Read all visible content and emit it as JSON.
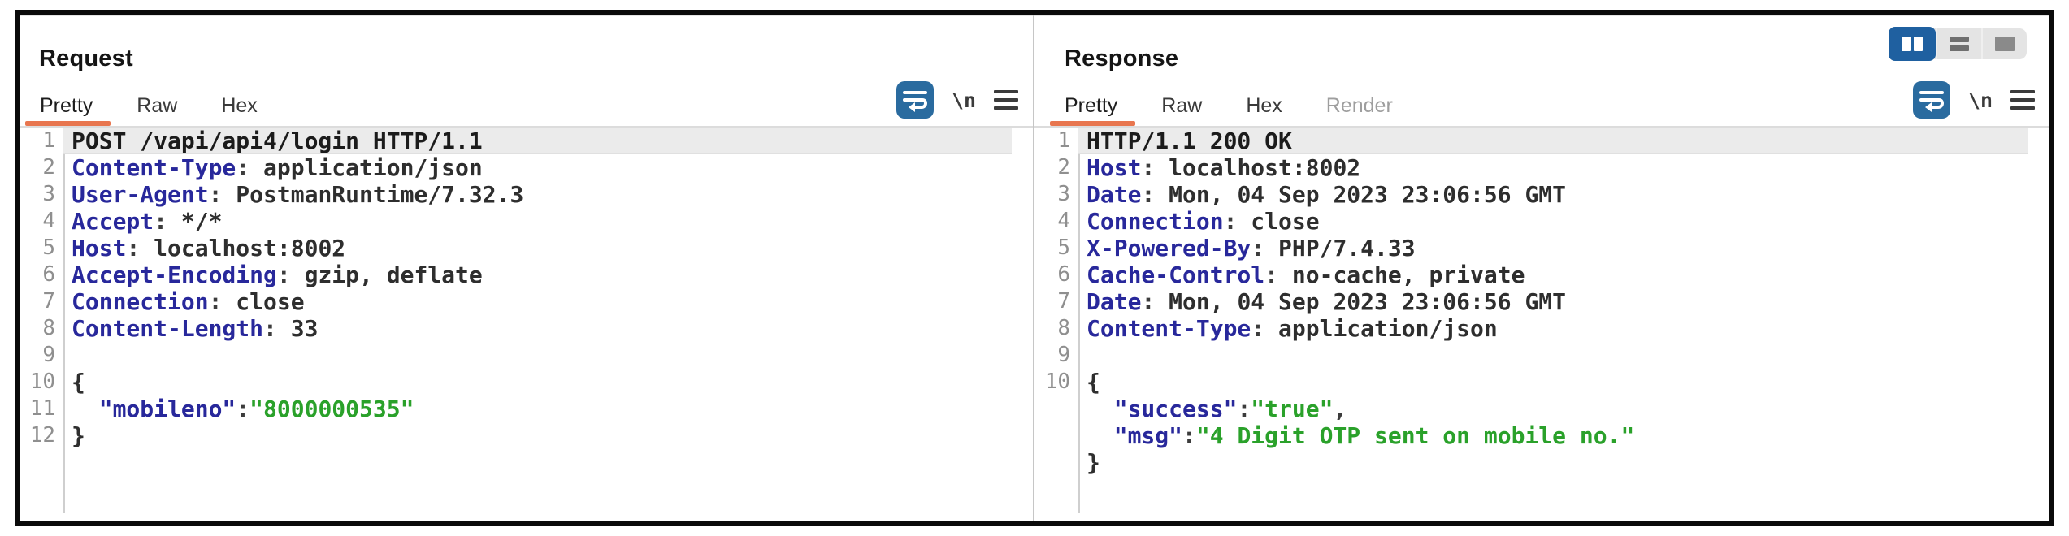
{
  "colors": {
    "accent_orange": "#e8764f",
    "icon_blue": "#2a6b9f",
    "layout_selected_blue": "#1f60a0",
    "syntax_name_blue": "#28289b",
    "syntax_string_green": "#2aa12a",
    "line_number_gray": "#8f8f8f",
    "highlight_row_bg": "#ebebeb",
    "divider_gray": "#c6c6c6",
    "disabled_tab_gray": "#9e9e9e"
  },
  "editor_toolbar": {
    "newline_label": "\\n"
  },
  "layout_switcher": {
    "options": [
      "split-columns",
      "split-rows",
      "single-pane"
    ],
    "selected": "split-columns"
  },
  "request": {
    "title": "Request",
    "tabs": [
      {
        "label": "Pretty",
        "active": true
      },
      {
        "label": "Raw"
      },
      {
        "label": "Hex"
      }
    ],
    "lines": [
      {
        "num": "1",
        "hl": true,
        "seg": [
          [
            "b",
            "POST /vapi/api4/login HTTP/1.1"
          ]
        ]
      },
      {
        "num": "2",
        "seg": [
          [
            "k",
            "Content-Type"
          ],
          [
            "p",
            ": "
          ],
          [
            "v",
            "application/json"
          ]
        ]
      },
      {
        "num": "3",
        "seg": [
          [
            "k",
            "User-Agent"
          ],
          [
            "p",
            ": "
          ],
          [
            "v",
            "PostmanRuntime/7.32.3"
          ]
        ]
      },
      {
        "num": "4",
        "seg": [
          [
            "k",
            "Accept"
          ],
          [
            "p",
            ": "
          ],
          [
            "v",
            "*/*"
          ]
        ]
      },
      {
        "num": "5",
        "seg": [
          [
            "k",
            "Host"
          ],
          [
            "p",
            ": "
          ],
          [
            "v",
            "localhost:8002"
          ]
        ]
      },
      {
        "num": "6",
        "seg": [
          [
            "k",
            "Accept-Encoding"
          ],
          [
            "p",
            ": "
          ],
          [
            "v",
            "gzip, deflate"
          ]
        ]
      },
      {
        "num": "7",
        "seg": [
          [
            "k",
            "Connection"
          ],
          [
            "p",
            ": "
          ],
          [
            "v",
            "close"
          ]
        ]
      },
      {
        "num": "8",
        "seg": [
          [
            "k",
            "Content-Length"
          ],
          [
            "p",
            ": "
          ],
          [
            "v",
            "33"
          ]
        ]
      },
      {
        "num": "9",
        "seg": []
      },
      {
        "num": "10",
        "seg": [
          [
            "v",
            "{"
          ]
        ]
      },
      {
        "num": "11",
        "seg": [
          [
            "p",
            "  "
          ],
          [
            "k",
            "\"mobileno\""
          ],
          [
            "p",
            ":"
          ],
          [
            "s",
            "\"8000000535\""
          ]
        ]
      },
      {
        "num": "12",
        "seg": [
          [
            "v",
            "}"
          ]
        ]
      }
    ]
  },
  "response": {
    "title": "Response",
    "tabs": [
      {
        "label": "Pretty",
        "active": true
      },
      {
        "label": "Raw"
      },
      {
        "label": "Hex"
      },
      {
        "label": "Render",
        "disabled": true
      }
    ],
    "lines": [
      {
        "num": "1",
        "hl": true,
        "seg": [
          [
            "b",
            "HTTP/1.1 200 OK"
          ]
        ]
      },
      {
        "num": "2",
        "seg": [
          [
            "k",
            "Host"
          ],
          [
            "p",
            ": "
          ],
          [
            "v",
            "localhost:8002"
          ]
        ]
      },
      {
        "num": "3",
        "seg": [
          [
            "k",
            "Date"
          ],
          [
            "p",
            ": "
          ],
          [
            "v",
            "Mon, 04 Sep 2023 23:06:56 GMT"
          ]
        ]
      },
      {
        "num": "4",
        "seg": [
          [
            "k",
            "Connection"
          ],
          [
            "p",
            ": "
          ],
          [
            "v",
            "close"
          ]
        ]
      },
      {
        "num": "5",
        "seg": [
          [
            "k",
            "X-Powered-By"
          ],
          [
            "p",
            ": "
          ],
          [
            "v",
            "PHP/7.4.33"
          ]
        ]
      },
      {
        "num": "6",
        "seg": [
          [
            "k",
            "Cache-Control"
          ],
          [
            "p",
            ": "
          ],
          [
            "v",
            "no-cache, private"
          ]
        ]
      },
      {
        "num": "7",
        "seg": [
          [
            "k",
            "Date"
          ],
          [
            "p",
            ": "
          ],
          [
            "v",
            "Mon, 04 Sep 2023 23:06:56 GMT"
          ]
        ]
      },
      {
        "num": "8",
        "seg": [
          [
            "k",
            "Content-Type"
          ],
          [
            "p",
            ": "
          ],
          [
            "v",
            "application/json"
          ]
        ]
      },
      {
        "num": "9",
        "seg": []
      },
      {
        "num": "10",
        "seg": [
          [
            "v",
            "{"
          ]
        ]
      },
      {
        "num": "",
        "seg": [
          [
            "p",
            "  "
          ],
          [
            "k",
            "\"success\""
          ],
          [
            "p",
            ":"
          ],
          [
            "s",
            "\"true\""
          ],
          [
            "p",
            ","
          ]
        ]
      },
      {
        "num": "",
        "seg": [
          [
            "p",
            "  "
          ],
          [
            "k",
            "\"msg\""
          ],
          [
            "p",
            ":"
          ],
          [
            "s",
            "\"4 Digit OTP sent on mobile no.\""
          ]
        ]
      },
      {
        "num": "",
        "seg": [
          [
            "v",
            "}"
          ]
        ]
      }
    ]
  }
}
